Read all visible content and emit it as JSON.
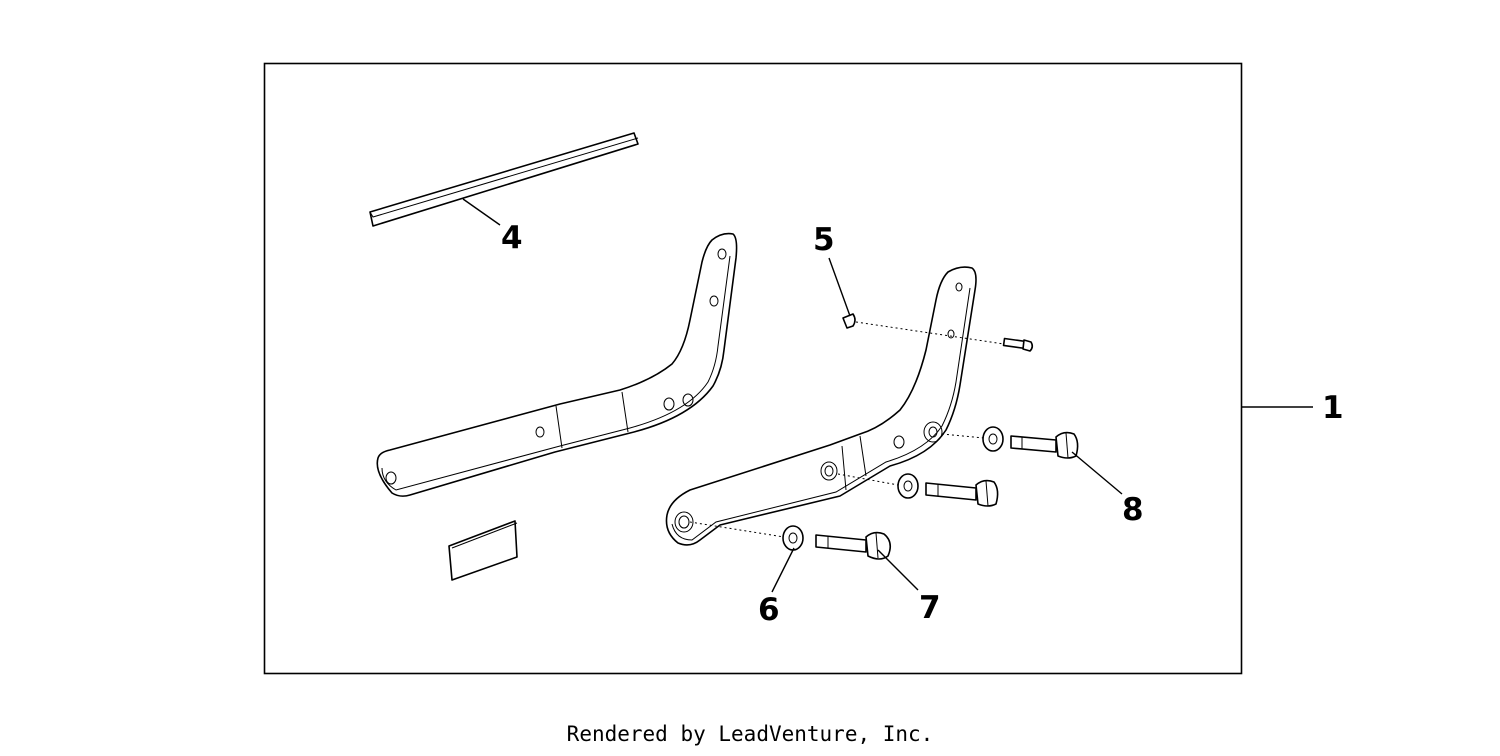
{
  "diagram": {
    "callouts": {
      "c1": "1",
      "c4": "4",
      "c5": "5",
      "c6": "6",
      "c7": "7",
      "c8": "8"
    }
  },
  "footer": {
    "text": "Rendered by LeadVenture, Inc."
  }
}
